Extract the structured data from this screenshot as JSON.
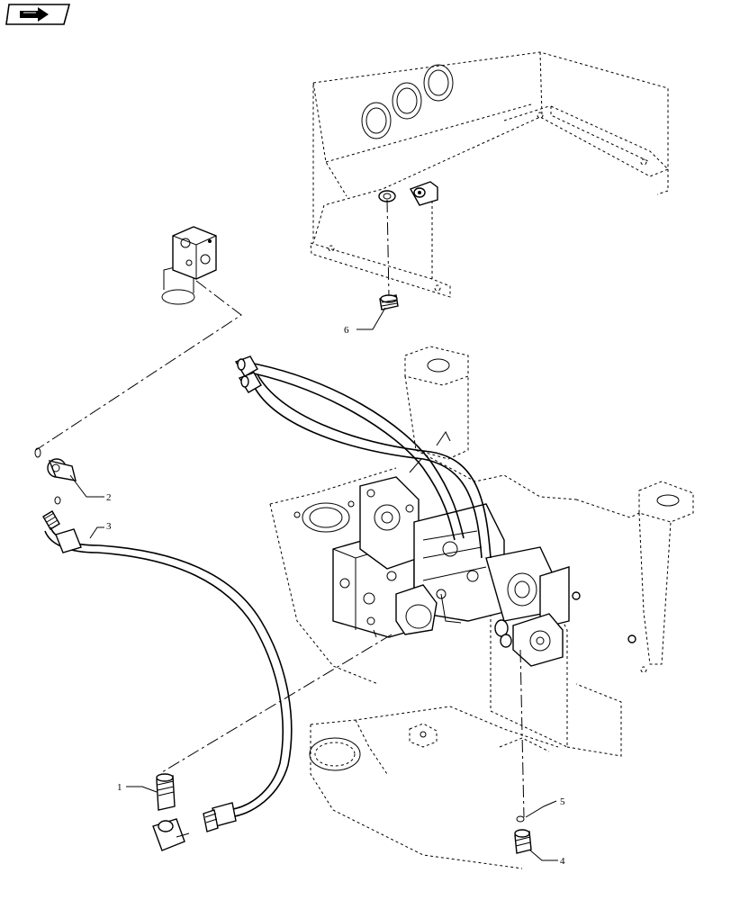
{
  "callouts": [
    {
      "id": "1",
      "text": "1"
    },
    {
      "id": "2",
      "text": "2"
    },
    {
      "id": "3",
      "text": "3"
    },
    {
      "id": "4",
      "text": "4"
    },
    {
      "id": "5",
      "text": "5"
    },
    {
      "id": "6",
      "text": "6"
    }
  ],
  "icons": {
    "nav": "forward-arrow-icon"
  }
}
